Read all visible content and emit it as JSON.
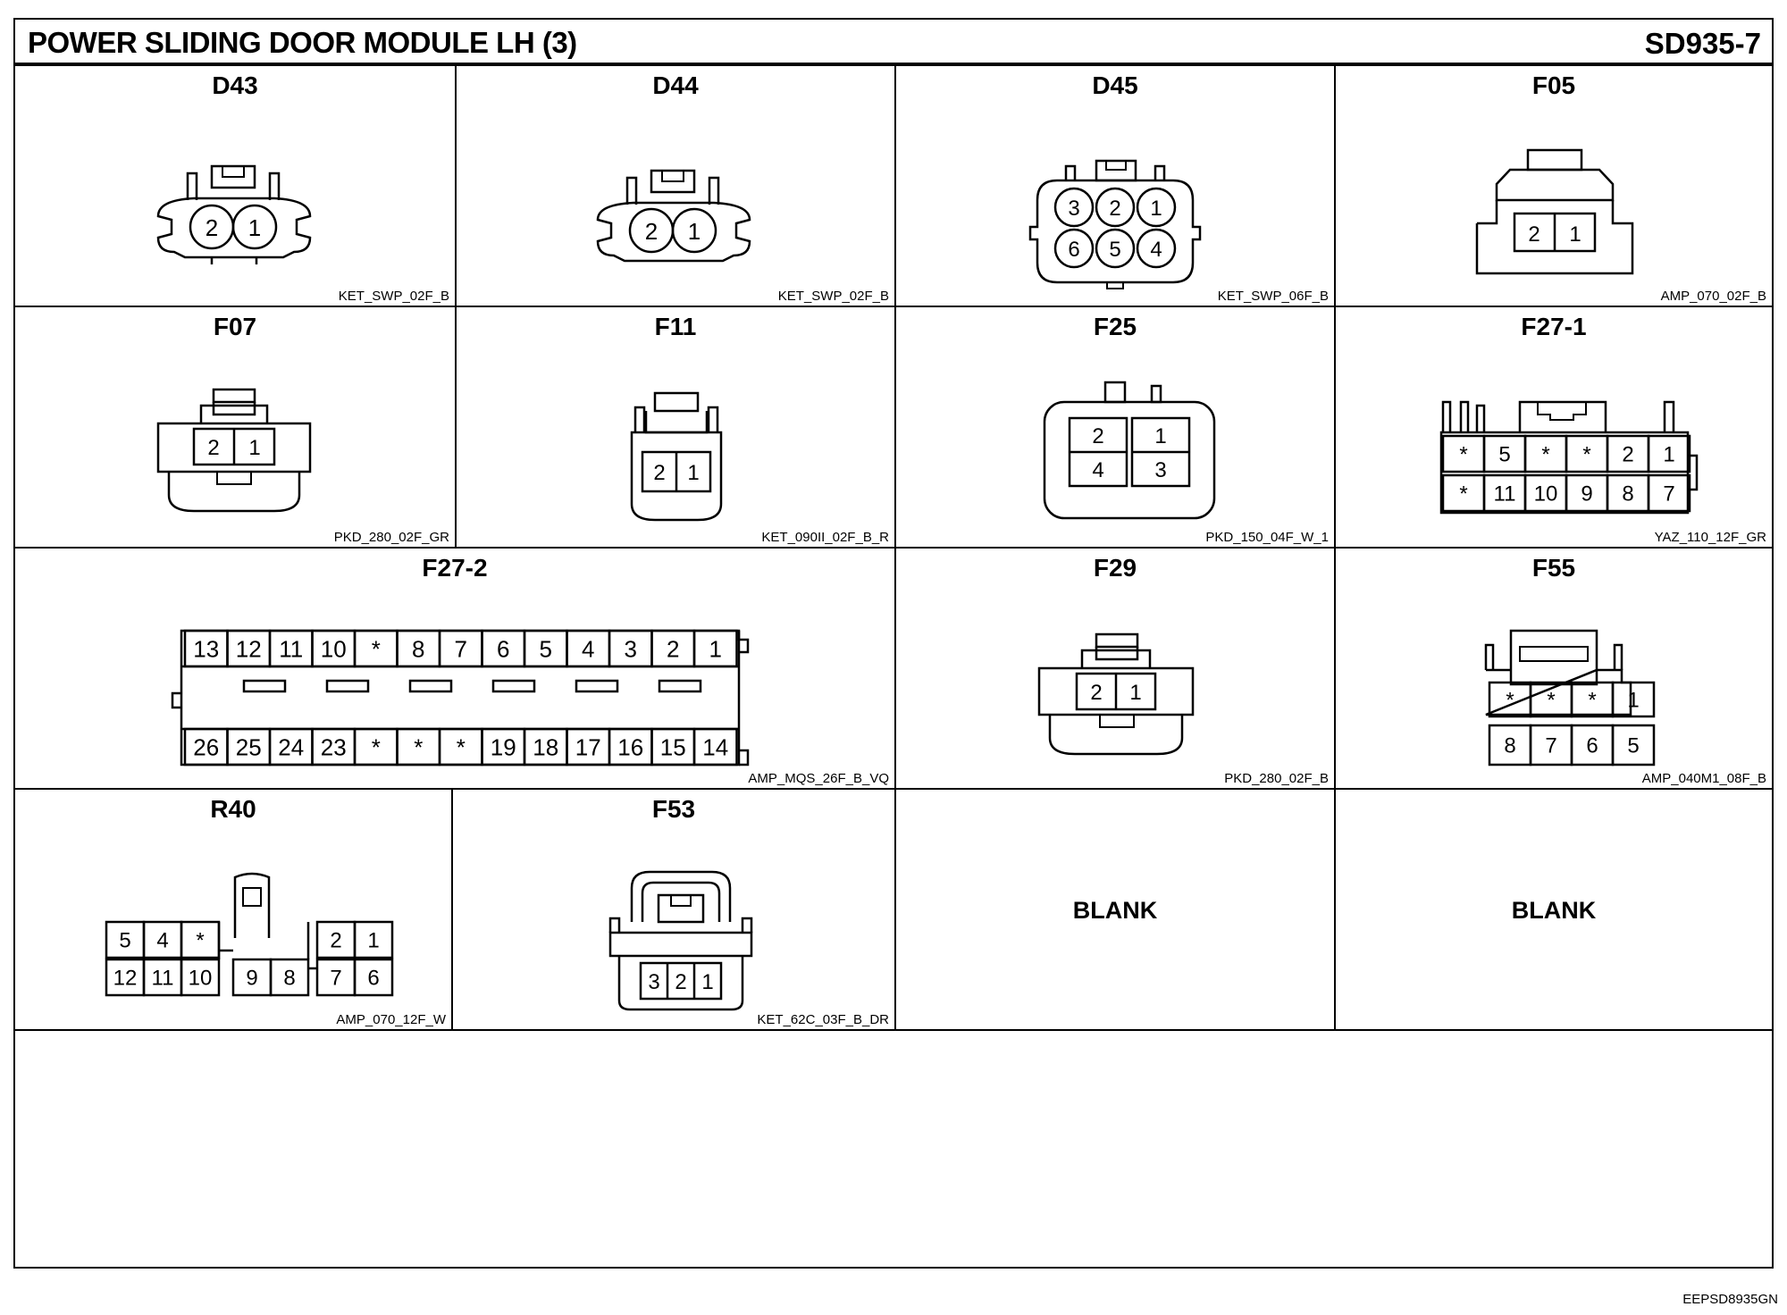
{
  "header": {
    "title": "POWER SLIDING DOOR MODULE LH (3)",
    "page_code": "SD935-7"
  },
  "footer": {
    "code": "EEPSD8935GN"
  },
  "connectors": [
    {
      "name": "D43",
      "ref": "KET_SWP_02F_B",
      "pins": [
        "2",
        "1"
      ]
    },
    {
      "name": "D44",
      "ref": "KET_SWP_02F_B",
      "pins": [
        "2",
        "1"
      ]
    },
    {
      "name": "D45",
      "ref": "KET_SWP_06F_B",
      "pins": [
        "3",
        "2",
        "1",
        "6",
        "5",
        "4"
      ]
    },
    {
      "name": "F05",
      "ref": "AMP_070_02F_B",
      "pins": [
        "2",
        "1"
      ]
    },
    {
      "name": "F07",
      "ref": "PKD_280_02F_GR",
      "pins": [
        "2",
        "1"
      ]
    },
    {
      "name": "F11",
      "ref": "KET_090II_02F_B_R",
      "pins": [
        "2",
        "1"
      ]
    },
    {
      "name": "F25",
      "ref": "PKD_150_04F_W_1",
      "pins": [
        "2",
        "1",
        "4",
        "3"
      ]
    },
    {
      "name": "F27-1",
      "ref": "YAZ_110_12F_GR",
      "pins": [
        "*",
        "5",
        "*",
        "*",
        "2",
        "1",
        "*",
        "11",
        "10",
        "9",
        "8",
        "7"
      ]
    },
    {
      "name": "F27-2",
      "ref": "AMP_MQS_26F_B_VQ",
      "pins": [
        "13",
        "12",
        "11",
        "10",
        "*",
        "8",
        "7",
        "6",
        "5",
        "4",
        "3",
        "2",
        "1",
        "26",
        "25",
        "24",
        "23",
        "*",
        "*",
        "*",
        "19",
        "18",
        "17",
        "16",
        "15",
        "14"
      ]
    },
    {
      "name": "F29",
      "ref": "PKD_280_02F_B",
      "pins": [
        "2",
        "1"
      ]
    },
    {
      "name": "F55",
      "ref": "AMP_040M1_08F_B",
      "pins": [
        "*",
        "*",
        "*",
        "1",
        "8",
        "7",
        "6",
        "5"
      ]
    },
    {
      "name": "R40",
      "ref": "AMP_070_12F_W",
      "pins": [
        "5",
        "4",
        "*",
        "2",
        "1",
        "12",
        "11",
        "10",
        "9",
        "8",
        "7",
        "6"
      ]
    },
    {
      "name": "F53",
      "ref": "KET_62C_03F_B_DR",
      "pins": [
        "3",
        "2",
        "1"
      ]
    },
    {
      "name": "",
      "ref": "",
      "blank": "BLANK"
    },
    {
      "name": "",
      "ref": "",
      "blank": "BLANK"
    }
  ]
}
